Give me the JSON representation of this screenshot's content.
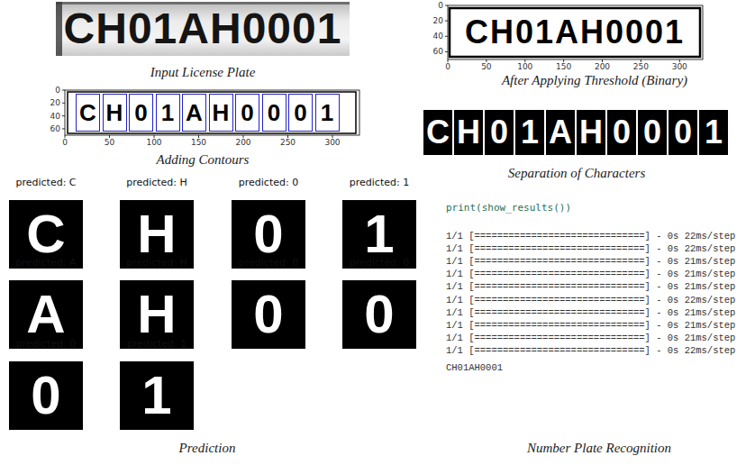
{
  "diagram": {
    "nodes": [
      {
        "text": [
          "CH01AH0001"
        ]
      },
      {
        "text": [
          "CH01AH0001"
        ]
      },
      {
        "text": [
          "C"
        ]
      },
      {
        "text": [
          "H"
        ]
      },
      {
        "text": [
          "0"
        ]
      },
      {
        "text": [
          "1"
        ]
      },
      {
        "text": [
          "A"
        ]
      },
      {
        "text": [
          "H"
        ]
      },
      {
        "text": [
          "0"
        ]
      },
      {
        "text": [
          "0"
        ]
      },
      {
        "text": [
          "0"
        ]
      },
      {
        "text": [
          "1"
        ]
      },
      {
        "text": [
          "C"
        ]
      },
      {
        "text": [
          "H"
        ]
      },
      {
        "text": [
          "0"
        ]
      },
      {
        "text": [
          "1"
        ]
      },
      {
        "text": [
          "A"
        ]
      },
      {
        "text": [
          "H"
        ]
      },
      {
        "text": [
          "0"
        ]
      },
      {
        "text": [
          "0"
        ]
      },
      {
        "text": [
          "0"
        ]
      },
      {
        "text": [
          "1"
        ]
      },
      {
        "text": [
          "predicted: C",
          "C"
        ]
      },
      {
        "text": [
          "predicted: H",
          "H"
        ]
      },
      {
        "text": [
          "predicted: 0",
          "0"
        ]
      },
      {
        "text": [
          "predicted: 1",
          "1"
        ]
      },
      {
        "text": [
          "predicted: A",
          "A"
        ]
      },
      {
        "text": [
          "predicted: H",
          "H"
        ]
      },
      {
        "text": [
          "predicted: 0",
          "0"
        ]
      },
      {
        "text": [
          "predicted: 0",
          "0"
        ]
      },
      {
        "text": [
          "predicted: 0",
          "0"
        ]
      },
      {
        "text": [
          "predicted: 1",
          "1"
        ]
      }
    ],
    "labels": [
      "Input License Plate",
      "0",
      "20",
      "40",
      "60",
      "0",
      "50",
      "100",
      "150",
      "200",
      "250",
      "300",
      "After Applying Threshold (Binary)",
      "0",
      "20",
      "40",
      "60",
      "0",
      "50",
      "100",
      "150",
      "200",
      "250",
      "300",
      "Adding Contours",
      "Separation of Characters",
      "Prediction",
      "print(show_results())",
      "1/1 [==============================] - 0s 22ms/step",
      "1/1 [==============================] - 0s 22ms/step",
      "1/1 [==============================] - 0s 21ms/step",
      "1/1 [==============================] - 0s 21ms/step",
      "1/1 [==============================] - 0s 21ms/step",
      "1/1 [==============================] - 0s 22ms/step",
      "1/1 [==============================] - 0s 21ms/step",
      "1/1 [==============================] - 0s 21ms/step",
      "1/1 [==============================] - 0s 21ms/step",
      "1/1 [==============================] - 0s 22ms/step",
      "CH01AH0001",
      "Number Plate Recognition"
    ]
  }
}
